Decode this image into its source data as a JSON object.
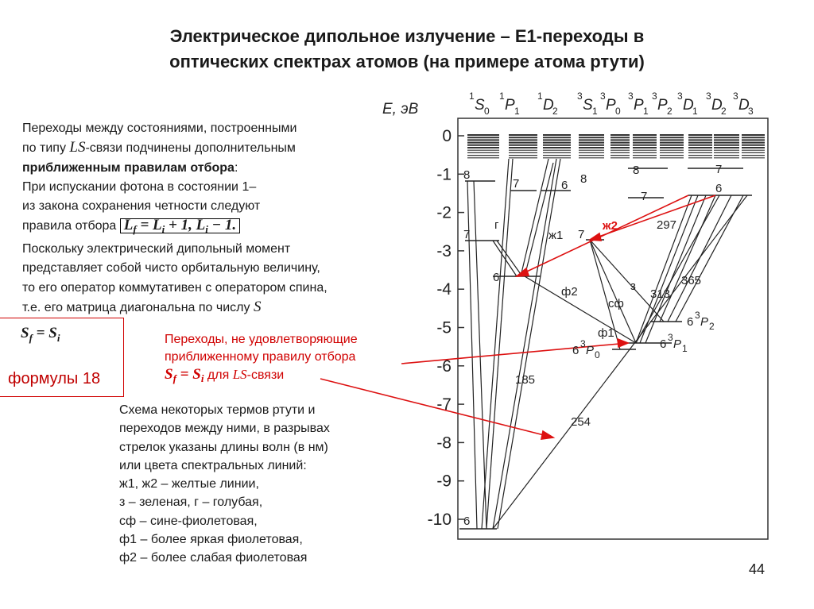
{
  "title": {
    "line1": "Электрическое дипольное излучение – E1-переходы в",
    "line2": "оптических спектрах атомов (на примере атома ртути)"
  },
  "body": {
    "l1": "Переходы между состояниями, построенными",
    "l2a": "по типу ",
    "l2b": "LS",
    "l2c": "-связи подчинены дополнительным",
    "l3a": "приближенным правилам отбора",
    "l3b": ":",
    "l4": "При испускании фотона в состоянии 1–",
    "l5": "из закона сохранения четности следуют",
    "l6a": "правила отбора ",
    "l6b": "L",
    "l6c": "f",
    "l6d": " = L",
    "l6e": "i",
    "l6f": " + 1, L",
    "l6g": "i",
    "l6h": " − 1.",
    "l7": "Поскольку электрический дипольный момент",
    "l8": "представляет собой чисто орбитальную величину,",
    "l9": "то его оператор коммутативен с оператором спина,",
    "l10a": "т.е. его матрица диагональна по числу ",
    "l10b": "S"
  },
  "sf_eq": {
    "s": "S",
    "f": "f",
    "eq": " = S",
    "i": "i"
  },
  "formula_link": "формулы 18",
  "red_note": {
    "l1": "Переходы, не удовлетворяющие",
    "l2": "приближенному правилу отбора",
    "l3a": "S",
    "l3b": "f",
    "l3c": " = S",
    "l3d": "i",
    "l3e": " для ",
    "l3f": "LS",
    "l3g": "-связи"
  },
  "caption": {
    "l1": "Схема некоторых термов ртути и",
    "l2": "переходов между ними, в разрывах",
    "l3": " стрелок указаны длины волн (в нм)",
    "l4": "или цвета спектральных линий:",
    "l5": "ж1, ж2 –  желтые линии,",
    "l6": "з – зеленая, г – голубая,",
    "l7": "сф – сине-фиолетовая,",
    "l8": "ф1 – более яркая фиолетовая,",
    "l9": "ф2 – более слабая фиолетовая"
  },
  "page_number": "44",
  "diagram": {
    "axis_label": "E, эВ",
    "ticks": [
      "0",
      "-1",
      "-2",
      "-3",
      "-4",
      "-5",
      "-6",
      "-7",
      "-8",
      "-9",
      "-10"
    ],
    "terms": [
      {
        "sup": "1",
        "L": "S",
        "sub": "0"
      },
      {
        "sup": "1",
        "L": "P",
        "sub": "1"
      },
      {
        "sup": "1",
        "L": "D",
        "sub": "2"
      },
      {
        "sup": "3",
        "L": "S",
        "sub": "1"
      },
      {
        "sup": "3",
        "L": "P",
        "sub": "0"
      },
      {
        "sup": "3",
        "L": "P",
        "sub": "1"
      },
      {
        "sup": "3",
        "L": "P",
        "sub": "2"
      },
      {
        "sup": "3",
        "L": "D",
        "sub": "1"
      },
      {
        "sup": "3",
        "L": "D",
        "sub": "2"
      },
      {
        "sup": "3",
        "L": "D",
        "sub": "3"
      }
    ],
    "labels": {
      "n8a": "8",
      "n7a": "7",
      "n6a": "6",
      "n7b": "7",
      "n6b": "6",
      "n8b": "8",
      "n8c": "8",
      "n7c": "7",
      "n7d": "7",
      "n6c": "6",
      "n7e": "7",
      "n6d": "6",
      "n6e": "6",
      "g": "г",
      "zh1": "ж1",
      "zh2": "ж2",
      "f2": "ф2",
      "z": "з",
      "sf": "сф",
      "f1": "ф1",
      "w297": "297",
      "w313": "313",
      "w365": "365",
      "w185": "185",
      "w254": "254",
      "p2": "6",
      "p2L": "P",
      "p2s": "2",
      "p2sup": "3",
      "p1": "6",
      "p1L": "P",
      "p1s": "1",
      "p1sup": "3",
      "p0": "6",
      "p0L": "P",
      "p0s": "0",
      "p0sup": "3"
    },
    "colors": {
      "arrow_red": "#dd1111",
      "line": "#222222"
    }
  }
}
